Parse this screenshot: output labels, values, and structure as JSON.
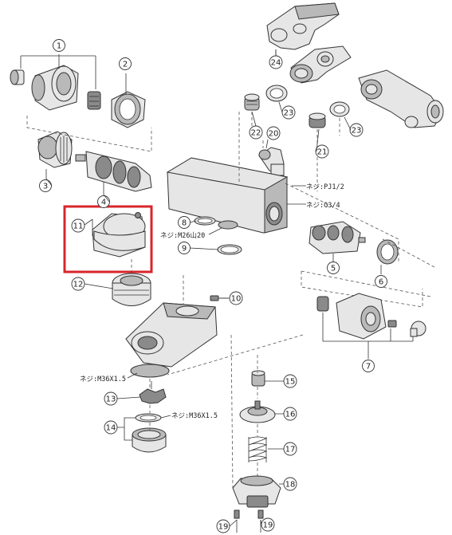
{
  "diagram": {
    "highlight_color": "#d7262b",
    "highlighted_part": "11",
    "part_numbers": [
      "1",
      "2",
      "3",
      "4",
      "5",
      "6",
      "7",
      "8",
      "9",
      "10",
      "11",
      "12",
      "13",
      "14",
      "15",
      "16",
      "17",
      "18",
      "19",
      "20",
      "21",
      "22",
      "23",
      "24"
    ],
    "notes": {
      "pj12": "ネジ:PJ1/2",
      "g34": "ネジ:G3/4",
      "m26": "ネジ:M26山20",
      "m36a": "ネジ:M36X1.5",
      "m36b": "ネジ:M36X1.5"
    }
  }
}
